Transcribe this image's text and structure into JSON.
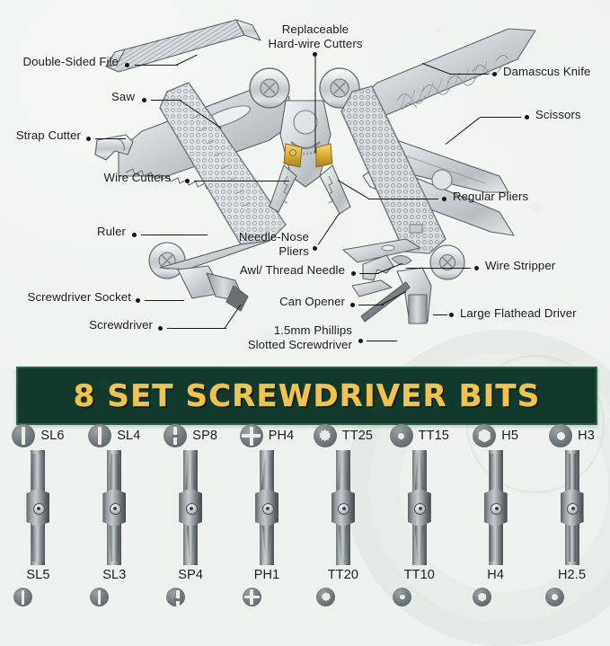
{
  "meta": {
    "background_color": "#eef2ef",
    "text_color": "#1b1d1f"
  },
  "diagram": {
    "title_hidden": "",
    "callouts": [
      {
        "id": "double-sided-file",
        "label": "Double-Sided File",
        "side": "left"
      },
      {
        "id": "saw",
        "label": "Saw",
        "side": "left"
      },
      {
        "id": "strap-cutter",
        "label": "Strap Cutter",
        "side": "left"
      },
      {
        "id": "wire-cutters",
        "label": "Wire Cutters",
        "side": "left"
      },
      {
        "id": "ruler",
        "label": "Ruler",
        "side": "left"
      },
      {
        "id": "screwdriver-socket",
        "label": "Screwdriver Socket",
        "side": "left"
      },
      {
        "id": "screwdriver",
        "label": "Screwdriver",
        "side": "left"
      },
      {
        "id": "replaceable-hard-wire-cutters",
        "label": "Replaceable\nHard-wire Cutters",
        "side": "top"
      },
      {
        "id": "damascus-knife",
        "label": "Damascus Knife",
        "side": "right"
      },
      {
        "id": "scissors",
        "label": "Scissors",
        "side": "right"
      },
      {
        "id": "regular-pliers",
        "label": "Regular Pliers",
        "side": "right"
      },
      {
        "id": "wire-stripper",
        "label": "Wire Stripper",
        "side": "right"
      },
      {
        "id": "large-flathead-driver",
        "label": "Large Flathead Driver",
        "side": "right"
      },
      {
        "id": "needle-nose-pliers",
        "label": "Needle-Nose\nPliers",
        "side": "center-right"
      },
      {
        "id": "awl-thread-needle",
        "label": "Awl/ Thread Needle",
        "side": "center-right"
      },
      {
        "id": "can-opener",
        "label": "Can Opener",
        "side": "center-right"
      },
      {
        "id": "phillips-slotted-screwdriver",
        "label": "1.5mm Phillips\nSlotted Screwdriver",
        "side": "center-right"
      }
    ]
  },
  "banner": {
    "title": "8 SET SCREWDRIVER BITS",
    "background_color": "#123a2c",
    "border_color": "#2d5f4a",
    "text_color": "#f0c350"
  },
  "bits": {
    "count": 8,
    "items": [
      {
        "top_label": "SL6",
        "bottom_label": "SL5",
        "top_icon": "slotted-icon",
        "bottom_icon": "slotted-icon",
        "top_tip": "flat-l",
        "bottom_tip": "flat-l"
      },
      {
        "top_label": "SL4",
        "bottom_label": "SL3",
        "top_icon": "slotted-icon",
        "bottom_icon": "slotted-icon",
        "top_tip": "flat-s",
        "bottom_tip": "flat-s"
      },
      {
        "top_label": "SP8",
        "bottom_label": "SP4",
        "top_icon": "square-bit-icon",
        "bottom_icon": "square-bit-icon",
        "top_tip": "sp-l",
        "bottom_tip": "sp-s"
      },
      {
        "top_label": "PH4",
        "bottom_label": "PH1",
        "top_icon": "phillips-icon",
        "bottom_icon": "phillips-icon",
        "top_tip": "ph-l",
        "bottom_tip": "ph-s"
      },
      {
        "top_label": "TT25",
        "bottom_label": "TT20",
        "top_icon": "torx-icon",
        "bottom_icon": "torx-icon",
        "top_tip": "torx-l",
        "bottom_tip": "torx-s"
      },
      {
        "top_label": "TT15",
        "bottom_label": "TT10",
        "top_icon": "torx-small-icon",
        "bottom_icon": "torx-small-icon",
        "top_tip": "torx-s",
        "bottom_tip": "torx-s"
      },
      {
        "top_label": "H5",
        "bottom_label": "H4",
        "top_icon": "hex-icon",
        "bottom_icon": "hex-icon",
        "top_tip": "hex-l",
        "bottom_tip": "hex-l"
      },
      {
        "top_label": "H3",
        "bottom_label": "H2.5",
        "top_icon": "hex-small-icon",
        "bottom_icon": "hex-small-icon",
        "top_tip": "hex-s",
        "bottom_tip": "hex-s"
      }
    ]
  }
}
